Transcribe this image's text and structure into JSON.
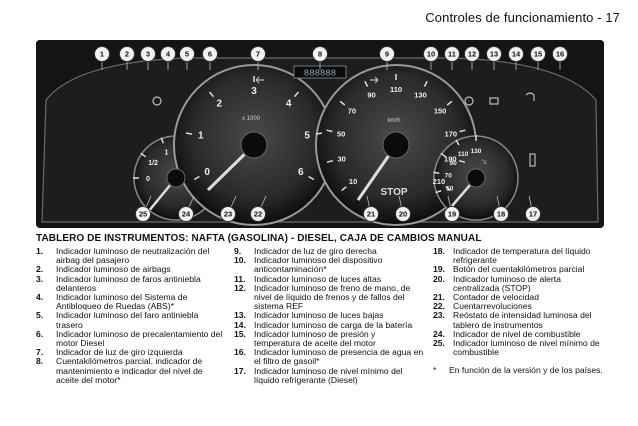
{
  "header": {
    "title": "Controles de funcionamiento - 17"
  },
  "panel": {
    "tach_numbers": [
      "0",
      "1",
      "2",
      "3",
      "4",
      "5",
      "6"
    ],
    "tach_unit": "x 1000",
    "speed_numbers": [
      "10",
      "30",
      "50",
      "70",
      "90",
      "110",
      "130",
      "150",
      "170",
      "190",
      "210"
    ],
    "speed_unit": "km/h",
    "odometer": "888888",
    "stop_label": "STOP",
    "fuel_labels": [
      "1",
      "1/2",
      "0"
    ],
    "temp_labels": [
      "130",
      "110",
      "90",
      "70",
      "50"
    ],
    "temp_unit": "°c",
    "callouts_top": [
      "1",
      "2",
      "3",
      "4",
      "5",
      "6",
      "7",
      "8",
      "9",
      "10",
      "11",
      "12",
      "13",
      "14",
      "15",
      "16"
    ],
    "callouts_bottom": [
      "25",
      "24",
      "23",
      "22",
      "21",
      "20",
      "19",
      "18",
      "17"
    ]
  },
  "subtitle": "TABLERO DE INSTRUMENTOS: NAFTA (GASOLINA) - DIESEL, CAJA DE CAMBIOS MANUAL",
  "col1": [
    {
      "n": "1.",
      "t": "Indicador luminoso de neutralización del airbag del pasajero"
    },
    {
      "n": "2.",
      "t": "Indicador luminoso de airbags"
    },
    {
      "n": "3.",
      "t": "Indicador luminoso de faros antiniebla delanteros"
    },
    {
      "n": "4.",
      "t": "Indicador luminoso del Sistema de Antibloqueo de Ruedas (ABS)*"
    },
    {
      "n": "5.",
      "t": "Indicador luminoso del faro antiniebla trasero"
    },
    {
      "n": "6.",
      "t": "Indicador luminoso de precalentamiento del motor Diesel"
    },
    {
      "n": "7.",
      "t": "Indicador de luz de giro izquierda"
    },
    {
      "n": "8.",
      "t": "Cuentakilómetros parcial, indicador de mantenimiento e indicador del nivel de aceite del motor*"
    }
  ],
  "col2": [
    {
      "n": "9.",
      "t": "Indicador de luz de giro derecha"
    },
    {
      "n": "10.",
      "t": "Indicador luminoso del dispositivo anticontaminación*"
    },
    {
      "n": "11.",
      "t": "Indicador luminoso de luces altas"
    },
    {
      "n": "12.",
      "t": "Indicador luminoso de freno de mano, de nivel de líquido de frenos y de fallos del sistema REF"
    },
    {
      "n": "13.",
      "t": "Indicador luminoso de luces bajas"
    },
    {
      "n": "14.",
      "t": "Indicador luminoso de carga de la batería"
    },
    {
      "n": "15.",
      "t": "Indicador luminoso de presión y temperatura de aceite del motor"
    },
    {
      "n": "16.",
      "t": "Indicador luminoso de presencia de agua en el filtro de gasoil*"
    },
    {
      "n": "17.",
      "t": "Indicador luminoso de nivel mínimo del líquido refrigerante (Diesel)"
    }
  ],
  "col3": [
    {
      "n": "18.",
      "t": "Indicador de temperatura del líquido refrigerante"
    },
    {
      "n": "19.",
      "t": "Botón del cuentakilómetros parcial"
    },
    {
      "n": "20.",
      "t": "Indicador luminoso de alerta centralizada (STOP)"
    },
    {
      "n": "21.",
      "t": "Contador de velocidad"
    },
    {
      "n": "22.",
      "t": "Cuentarrevoluciones"
    },
    {
      "n": "23.",
      "t": "Reóstato de intensidad luminosa del tablero de instrumentos"
    },
    {
      "n": "24.",
      "t": "Indicador de nivel de combustible"
    },
    {
      "n": "25.",
      "t": "Indicador luminoso de nivel mínimo de combustible"
    }
  ],
  "note": {
    "mark": "*",
    "t": "En función de la versión y de los países."
  }
}
